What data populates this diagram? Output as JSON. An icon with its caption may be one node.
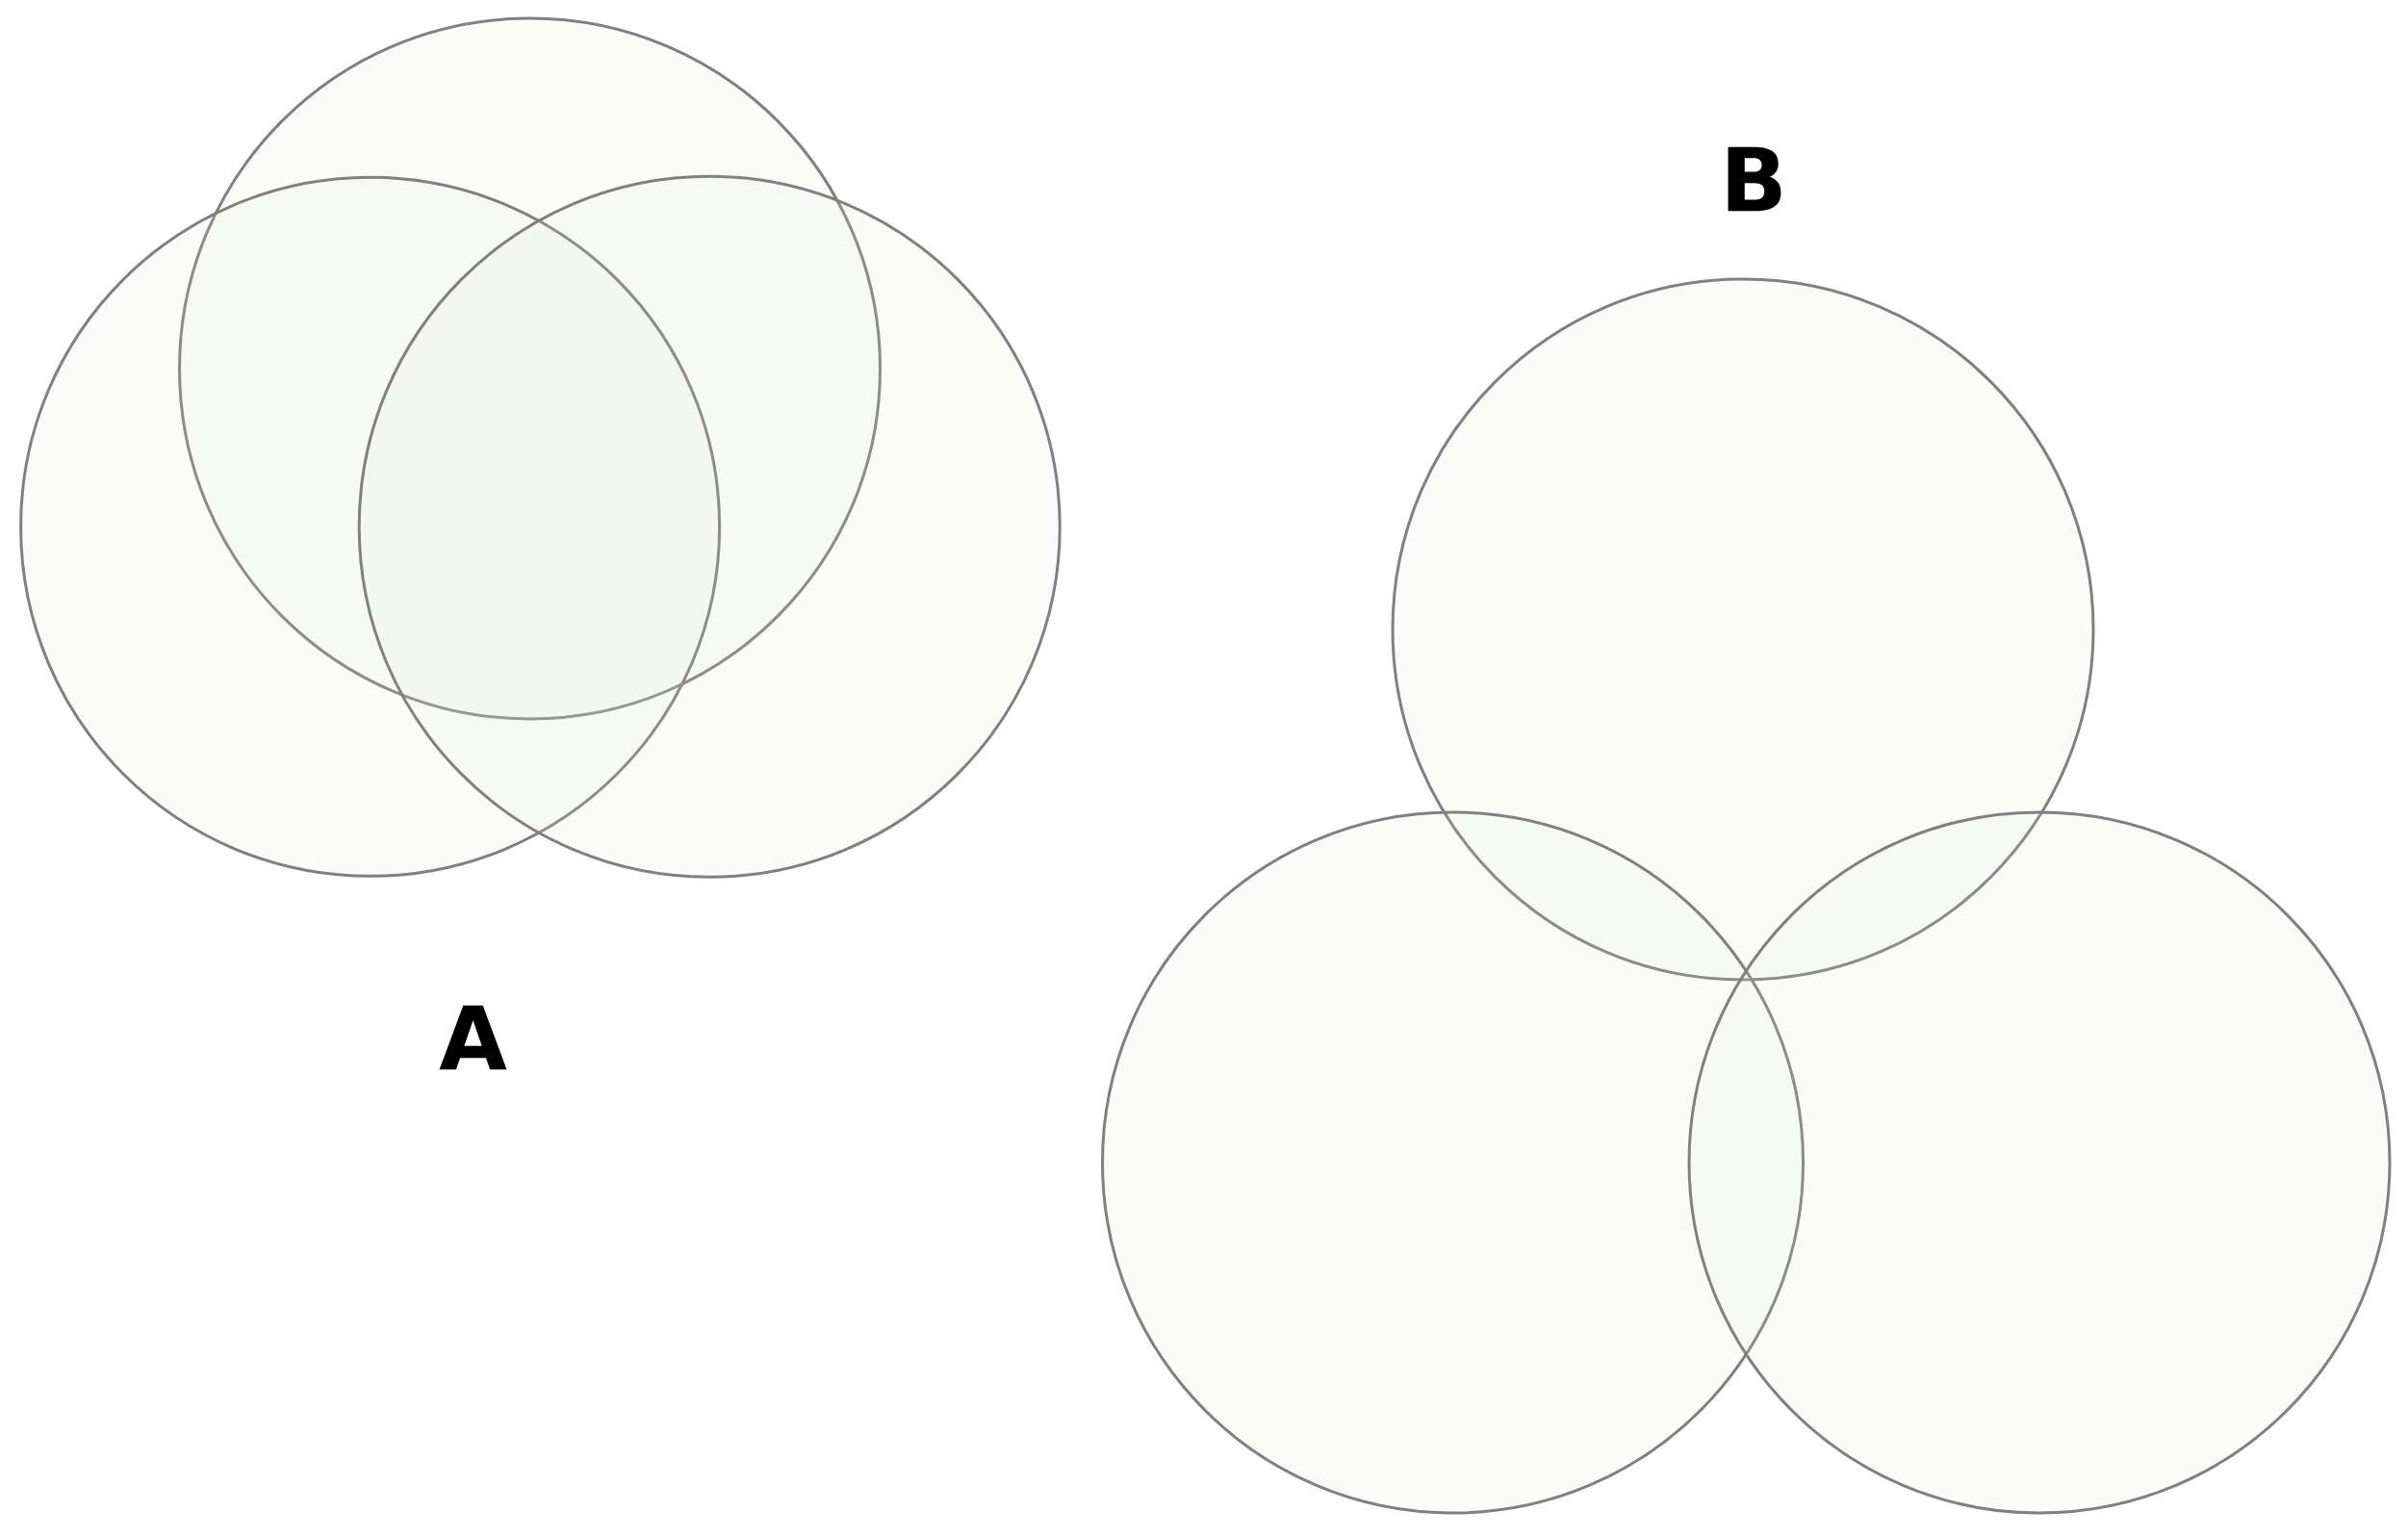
{
  "diagram": {
    "nodes": [
      {
        "text": [],
        "shape": "circle"
      },
      {
        "text": [],
        "shape": "circle"
      },
      {
        "text": [],
        "shape": "circle"
      },
      {
        "text": [],
        "shape": "circle"
      },
      {
        "text": [],
        "shape": "circle"
      },
      {
        "text": [],
        "shape": "circle"
      }
    ],
    "labels": [
      "A",
      "B"
    ]
  }
}
